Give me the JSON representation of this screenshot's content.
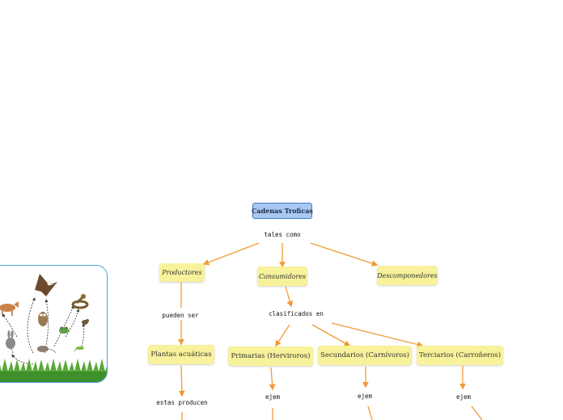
{
  "root": "Cadenas Troficas",
  "root_connector": "tales como",
  "categories": {
    "productores": "Productores",
    "consumidores": "Consumidores",
    "descomponedores": "Descomponedores"
  },
  "productores_connector": "pueden ser",
  "productores_child": "Plantas acuáticas",
  "productores_child_connector": "estas producen",
  "consumidores_connector": "clasificados en",
  "consumer_types": {
    "primarios": "Primarias (Herviroros)",
    "secundarios": "Secundarios (Carnívoros)",
    "terciarios": "Terciarios (Carroñeros)"
  },
  "example_connector": "ejem",
  "colors": {
    "arrow": "#f29a35",
    "node_fill": "#f7f29b",
    "root_fill": "#a9c9f2",
    "root_border": "#3d78c9",
    "panel_border": "#4aa0d8",
    "grass": "#3f8f2a"
  }
}
